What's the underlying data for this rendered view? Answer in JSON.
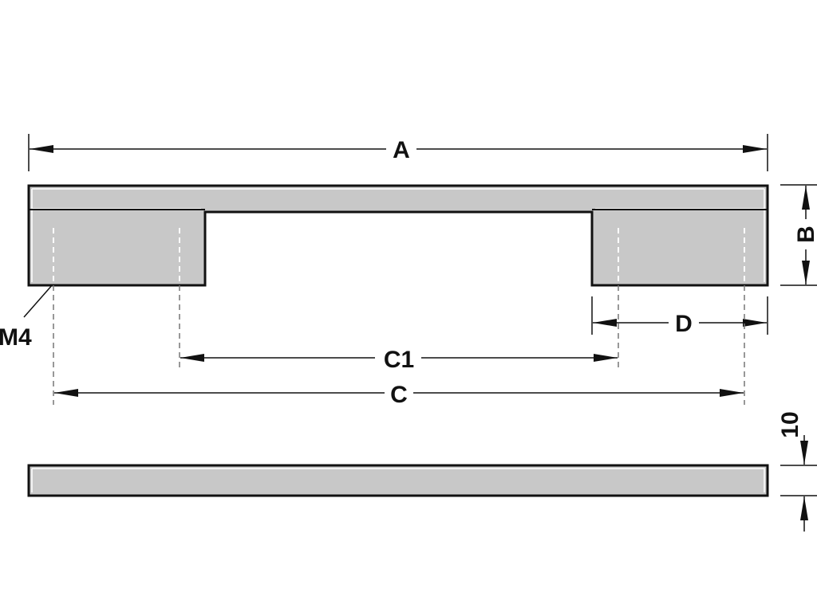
{
  "dimensions": {
    "a": "A",
    "b": "B",
    "c": "C",
    "c1": "C1",
    "d": "D",
    "m4": "M4",
    "thickness": "10"
  },
  "colors": {
    "part_fill": "#c8c8c8",
    "outline": "#111111",
    "background": "#ffffff"
  }
}
